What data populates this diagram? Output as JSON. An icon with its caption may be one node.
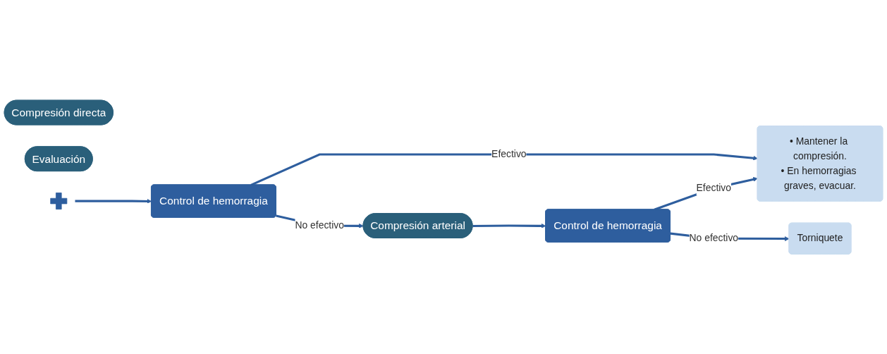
{
  "diagram": {
    "nodes": [
      {
        "text": [
          "Compresión directa"
        ]
      },
      {
        "text": [
          "Evaluación"
        ]
      },
      {
        "text": [],
        "shape": "cross"
      },
      {
        "text": [
          "Control de hemorragia"
        ]
      },
      {
        "text": [
          "• Mantener la compresión.",
          "• En hemorragias graves, evacuar."
        ]
      },
      {
        "text": [
          "Compresión arterial"
        ]
      },
      {
        "text": [
          "Control de hemorragia"
        ]
      },
      {
        "text": [
          "Torniquete"
        ]
      }
    ],
    "edges": [
      {
        "from": 2,
        "to": 3,
        "arrow": "to"
      },
      {
        "from": 3,
        "to": 4,
        "arrow": "to",
        "label": "Efectivo"
      },
      {
        "from": 3,
        "to": 5,
        "arrow": "to",
        "label": "No efectivo"
      },
      {
        "from": 5,
        "to": 6,
        "arrow": "to"
      },
      {
        "from": 6,
        "to": 4,
        "arrow": "to",
        "label": "Efectivo"
      },
      {
        "from": 6,
        "to": 7,
        "arrow": "to",
        "label": "No efectivo"
      }
    ]
  }
}
